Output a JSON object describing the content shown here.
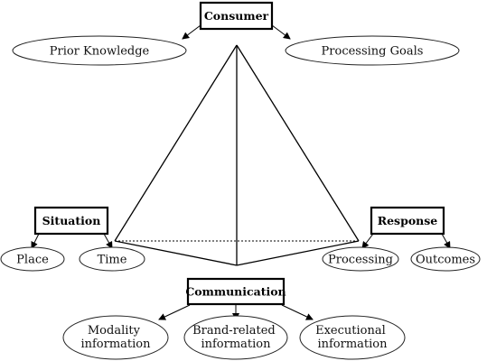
{
  "boxes": {
    "consumer": "Consumer",
    "situation": "Situation",
    "response": "Response",
    "communication": "Communication"
  },
  "ovals": {
    "prior_knowledge": "Prior Knowledge",
    "processing_goals": "Processing Goals",
    "place": "Place",
    "time": "Time",
    "processing": "Processing",
    "outcomes": "Outcomes",
    "modality": [
      "Modality",
      "information"
    ],
    "brand_related": [
      "Brand-related",
      "information"
    ],
    "executional": [
      "Executional",
      "information"
    ]
  }
}
